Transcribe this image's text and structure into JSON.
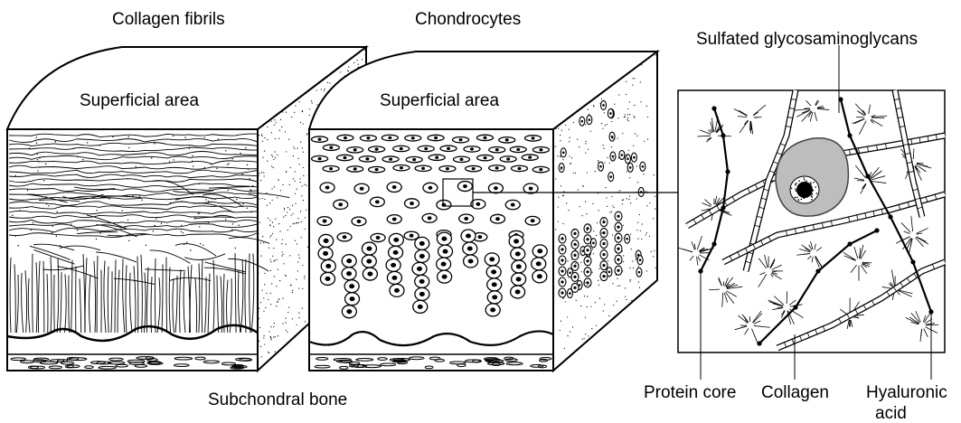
{
  "labels": {
    "collagen_fibrils": "Collagen fibrils",
    "chondrocytes": "Chondrocytes",
    "sulfated_gag": "Sulfated glycosaminoglycans",
    "superficial_area_left": "Superficial area",
    "superficial_area_right": "Superficial area",
    "subchondral_bone": "Subchondral bone",
    "protein_core": "Protein core",
    "collagen": "Collagen",
    "hyaluronic": "Hyaluronic",
    "acid": "acid"
  }
}
